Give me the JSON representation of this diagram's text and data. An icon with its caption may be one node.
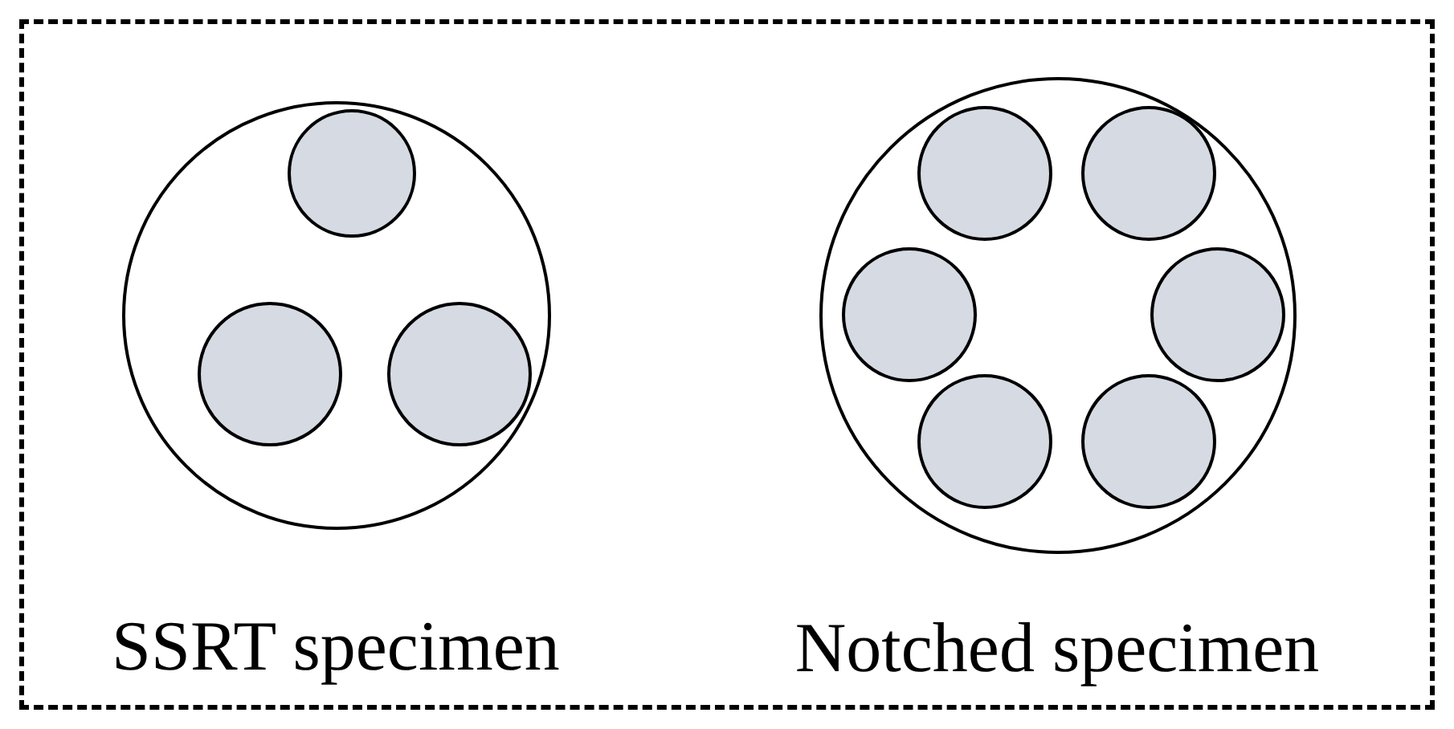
{
  "diagram": {
    "nodes": [
      {
        "text": [],
        "shape": "box"
      },
      {
        "text": [
          "SSRT specimen"
        ],
        "in": 0
      },
      {
        "text": [],
        "shape": "circle",
        "in": 1
      },
      {
        "text": [],
        "shape": "circle",
        "in": 1
      },
      {
        "text": [],
        "shape": "circle",
        "in": 1
      },
      {
        "text": [
          "Notched specimen"
        ],
        "in": 0
      },
      {
        "text": [],
        "shape": "circle",
        "in": 5
      },
      {
        "text": [],
        "shape": "circle",
        "in": 5
      },
      {
        "text": [],
        "shape": "circle",
        "in": 5
      },
      {
        "text": [],
        "shape": "circle",
        "in": 5
      },
      {
        "text": [],
        "shape": "circle",
        "in": 5
      },
      {
        "text": [],
        "shape": "circle",
        "in": 5
      }
    ]
  }
}
